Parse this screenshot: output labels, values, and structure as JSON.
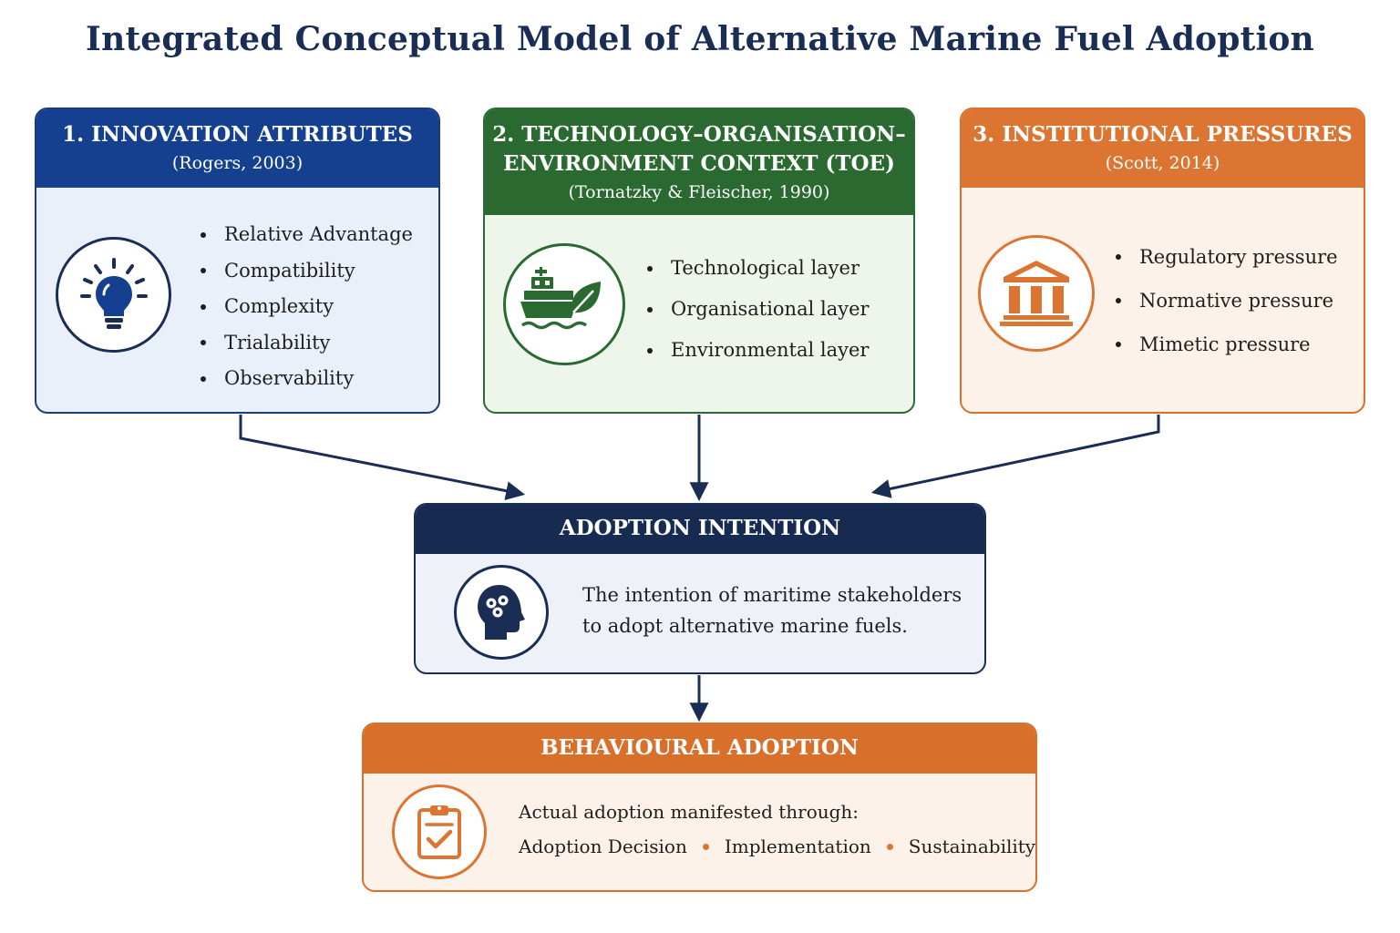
{
  "title": "Integrated Conceptual Model of Alternative Marine Fuel Adoption",
  "colors": {
    "navy": "#172b52",
    "blue": "#153f8f",
    "green": "#2a6a31",
    "orange": "#dc7532"
  },
  "innovation": {
    "title": "1. INNOVATION ATTRIBUTES",
    "citation": "(Rogers, 2003)",
    "icon": "lightbulb-icon",
    "items": [
      "Relative Advantage",
      "Compatibility",
      "Complexity",
      "Trialability",
      "Observability"
    ]
  },
  "toe": {
    "title_line1": "2. TECHNOLOGY–ORGANISATION–",
    "title_line2": "ENVIRONMENT CONTEXT (TOE)",
    "citation": "(Tornatzky & Fleischer, 1990)",
    "icon": "ship-leaf-icon",
    "items": [
      "Technological layer",
      "Organisational layer",
      "Environmental layer"
    ]
  },
  "institutional": {
    "title": "3. INSTITUTIONAL PRESSURES",
    "citation": "(Scott, 2014)",
    "icon": "institution-building-icon",
    "items": [
      "Regulatory pressure",
      "Normative pressure",
      "Mimetic pressure"
    ]
  },
  "intention": {
    "title": "ADOPTION INTENTION",
    "icon": "head-gears-icon",
    "line1": "The intention of maritime stakeholders",
    "line2": "to adopt alternative marine fuels."
  },
  "behavioural": {
    "title": "BEHAVIOURAL ADOPTION",
    "icon": "clipboard-check-icon",
    "intro": "Actual adoption manifested through:",
    "stages": [
      "Adoption Decision",
      "Implementation",
      "Sustainability"
    ]
  }
}
